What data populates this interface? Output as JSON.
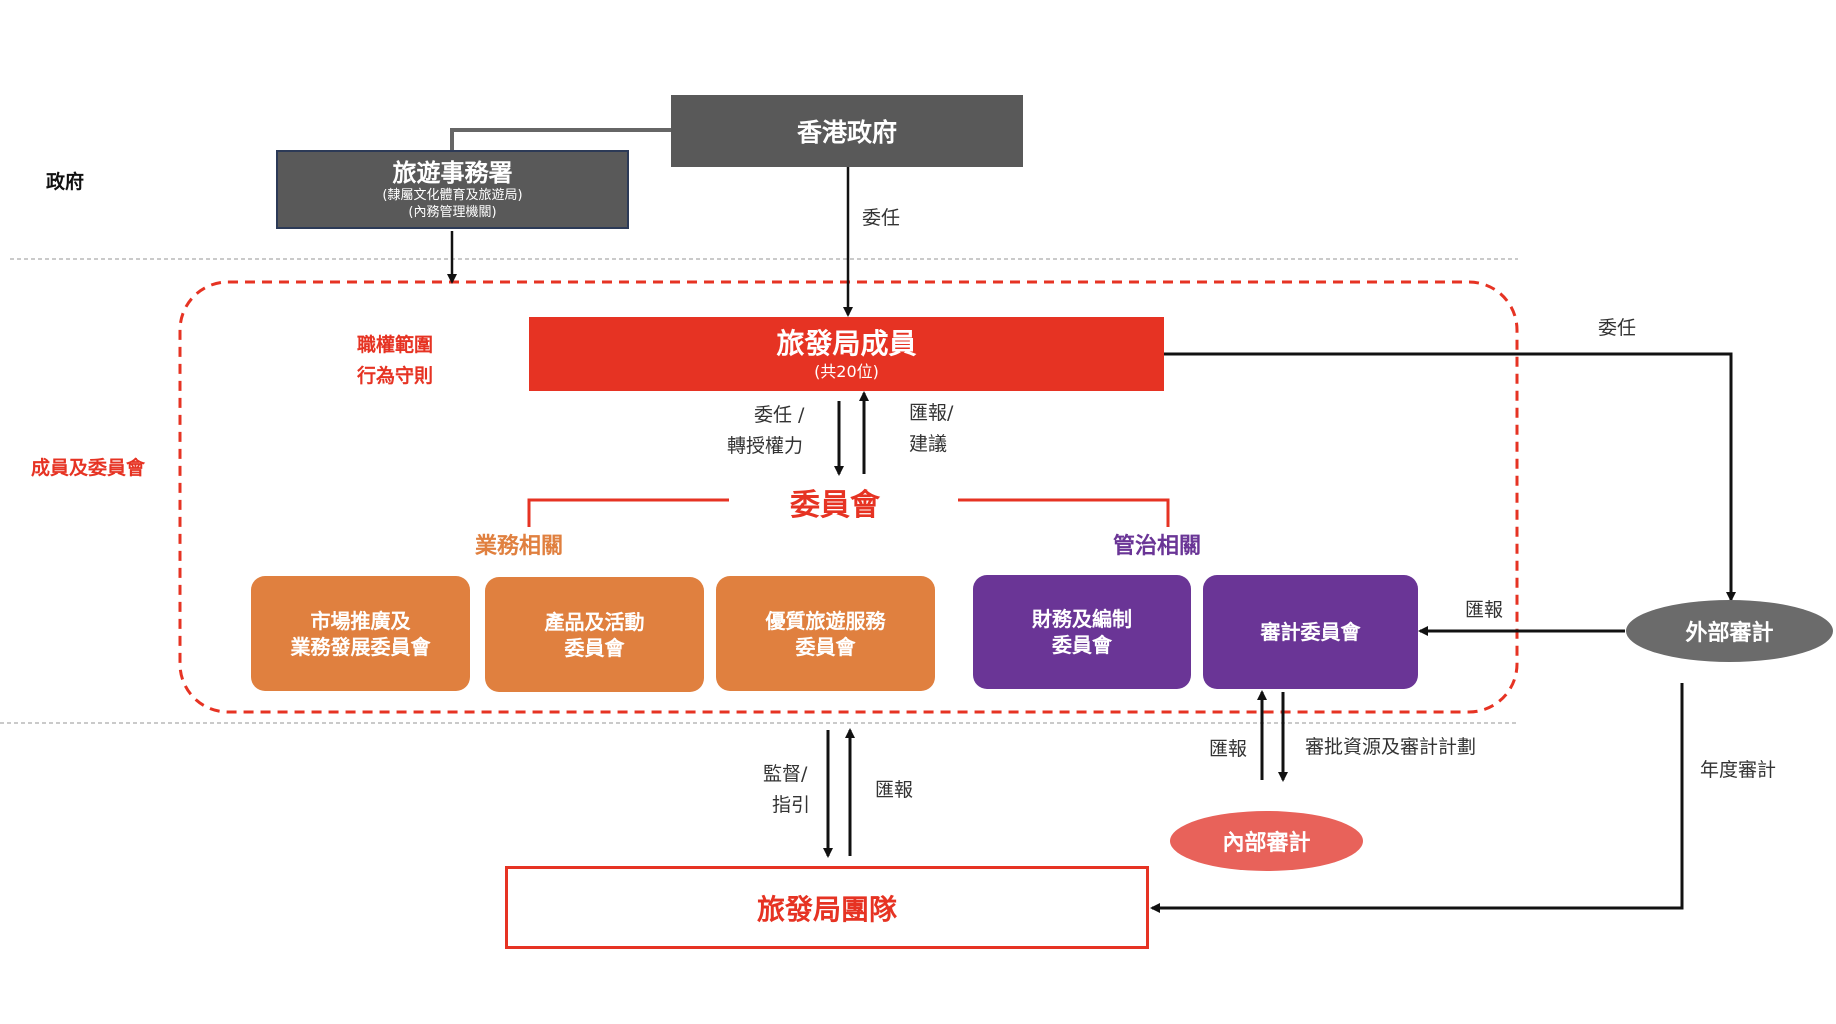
{
  "sections": {
    "government": "政府",
    "members_committees": "成員及委員會"
  },
  "government": {
    "hk_gov": "香港政府",
    "tourism_commission": {
      "title": "旅遊事務署",
      "sub1": "(隸屬文化體育及旅遊局)",
      "sub2": "(內務管理機關)"
    }
  },
  "labels": {
    "appoint": "委任",
    "appoint_right": "委任",
    "terms_1": "職權範圍",
    "terms_2": "行為守則",
    "delegate_1": "委任 /",
    "delegate_2": "轉授權力",
    "report_advise_1": "匯報/",
    "report_advise_2": "建議",
    "committee_heading": "委員會",
    "business": "業務相關",
    "governance": "管治相關",
    "report_ext": "匯報",
    "report_internal": "匯報",
    "approve_resources": "審批資源及審計計劃",
    "supervise_1": "監督/",
    "supervise_2": "指引",
    "report_team": "匯報",
    "annual_audit": "年度審計"
  },
  "board": {
    "title": "旅發局成員",
    "subtitle": "(共20位)"
  },
  "committees": {
    "marketing": [
      "市場推廣及",
      "業務發展委員會"
    ],
    "product": [
      "產品及活動",
      "委員會"
    ],
    "quality": [
      "優質旅遊服務",
      "委員會"
    ],
    "finance": [
      "財務及編制",
      "委員會"
    ],
    "audit": "審計委員會"
  },
  "external_audit": "外部審計",
  "internal_audit": "內部審計",
  "team": "旅發局團隊",
  "colors": {
    "red": "#e63323",
    "orange": "#e0803f",
    "purple": "#6a3596",
    "gray": "#595959",
    "ellipse_gray": "#6b6b6b",
    "ellipse_red": "#e8625a"
  }
}
